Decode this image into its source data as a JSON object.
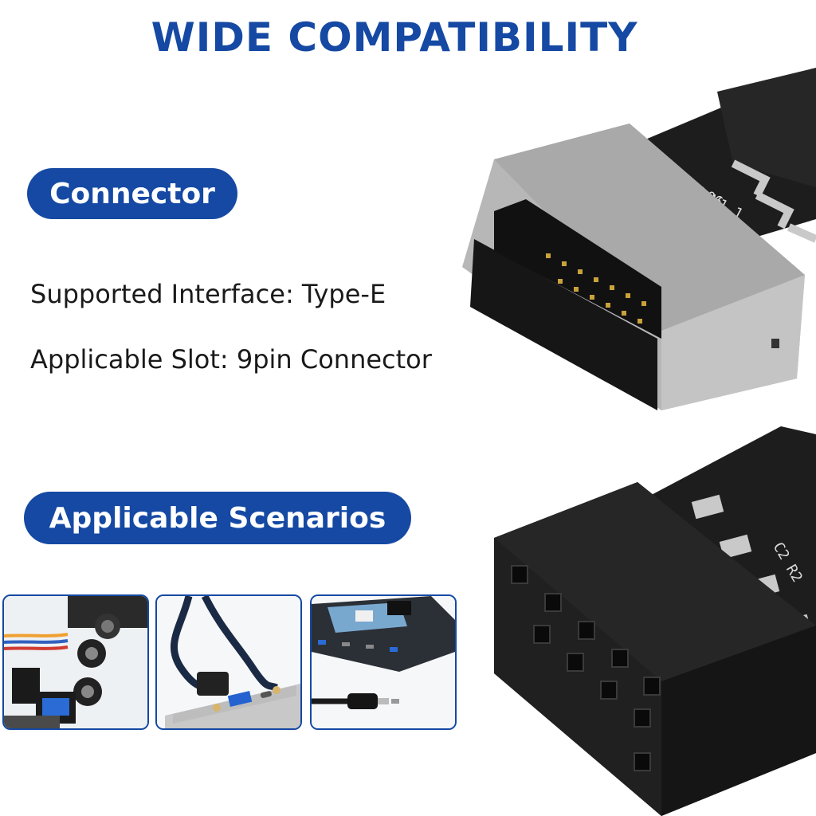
{
  "heading": "WIDE COMPATIBILITY",
  "connector_section": {
    "label": "Connector",
    "specs": [
      "Supported Interface: Type-E",
      "Applicable Slot: 9pin Connector"
    ]
  },
  "scenarios_section": {
    "label": "Applicable Scenarios",
    "thumbnails": [
      "motherboard-ports-photo",
      "pci-bracket-usb-photo",
      "front-panel-hub-photo"
    ]
  },
  "colors": {
    "brand_blue": "#1549a3",
    "text": "#1a1a1a",
    "background": "#ffffff"
  }
}
